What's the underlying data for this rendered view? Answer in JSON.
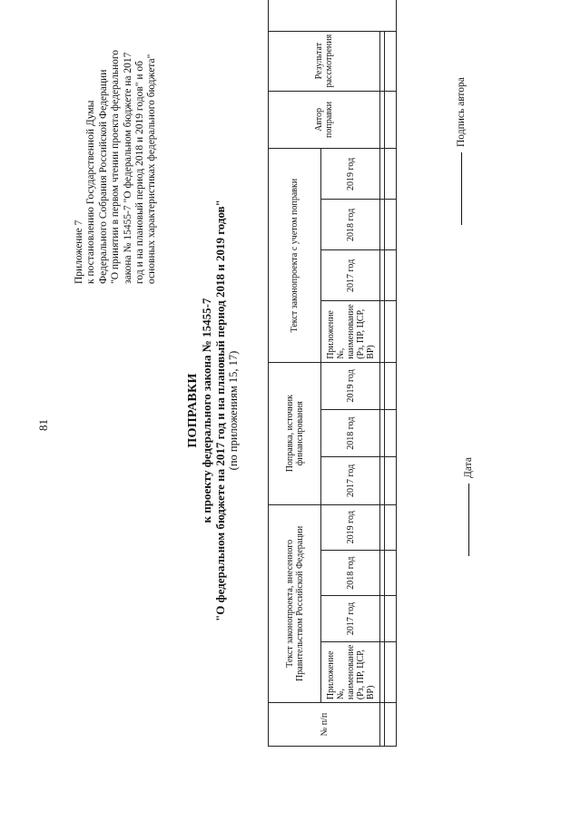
{
  "page_number": "81",
  "annex": [
    "Приложение 7",
    "к  постановлению Государственной Думы",
    "Федерального Собрания Российской Федерации",
    "\"О принятии в первом чтении проекта федерального",
    "закона № 15455-7 \"О федеральном бюджете на 2017",
    "год и на плановый период 2018 и 2019 годов\" и об",
    "основных характеристиках федерального бюджета\""
  ],
  "title": {
    "main": "ПОПРАВКИ",
    "line2": "к проекту федерального закона № 15455-7",
    "line3": "\"О федеральном бюджете на 2017 год и на плановый период 2018 и 2019 годов\"",
    "line4": "(по приложениям 15, 17)"
  },
  "table": {
    "col_no": "№ п/п",
    "group1": "Текст законопроекта, внесенного Правительством Российской Федерации",
    "group2": "Поправка, источник финансирования",
    "group3": "Текст законопроекта с учетом поправки",
    "col_author": "Автор поправки",
    "col_result": "Результат рассмотрения",
    "sub_annex": "Приложение №, наименование (Рз, ПР, ЦСР, ВР)",
    "y2017": "2017 год",
    "y2018": "2018 год",
    "y2019": "2019 год"
  },
  "signatures": {
    "date": "Дата",
    "author": "Подпись автора"
  }
}
